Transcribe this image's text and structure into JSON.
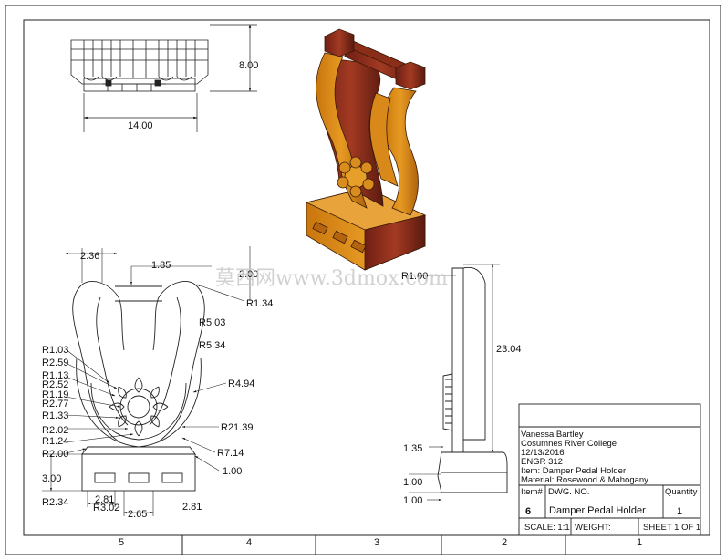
{
  "watermark": "莫西网www.3dmox.com",
  "top_view": {
    "width_dim": "14.00",
    "height_dim": "8.00"
  },
  "front_view": {
    "dims": [
      "2.36",
      "1.85",
      "2.00",
      "R1.34",
      "R5.03",
      "R5.34",
      "R4.94",
      "R1.03",
      "R2.59",
      "R1.13",
      "R2.52",
      "R1.19",
      "R2.77",
      "R1.33",
      "R2.02",
      "R1.24",
      "R2.00",
      "R21.39",
      "R7.14",
      "1.00",
      "3.00",
      "R2.34",
      "2.81",
      "R3.02",
      "2.65",
      "2.81"
    ]
  },
  "side_view": {
    "dims": [
      "R1.00",
      "23.04",
      "1.35",
      "1.00",
      "1.00"
    ]
  },
  "border_zones": [
    "5",
    "4",
    "3",
    "2",
    "1"
  ],
  "title_block": {
    "author": "Vanessa Bartley",
    "school": "Cosumnes River College",
    "date": "12/13/2016",
    "course": "ENGR 312",
    "item": "Item: Damper Pedal Holder",
    "material": "Material: Rosewood & Mahogany",
    "item_no_label": "Item#",
    "dwg_no_label": "DWG.  NO.",
    "quantity_label": "Quantity",
    "item_no": "6",
    "part_name": "Damper Pedal Holder",
    "quantity": "1",
    "scale": "SCALE: 1:1",
    "weight": "WEIGHT:",
    "sheet": "SHEET 1 OF 1"
  }
}
